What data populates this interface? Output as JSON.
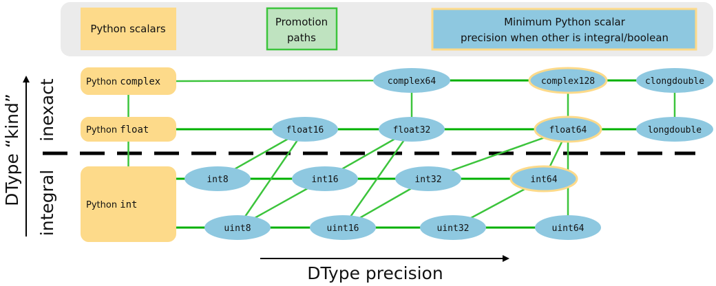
{
  "legend": {
    "items": [
      {
        "id": "scalars",
        "lines": [
          "Python scalars"
        ],
        "style": "python"
      },
      {
        "id": "paths",
        "lines": [
          "Promotion",
          "paths"
        ],
        "style": "path"
      },
      {
        "id": "minprec",
        "lines": [
          "Minimum Python scalar",
          "precision when other is integral/boolean"
        ],
        "style": "minprec"
      }
    ]
  },
  "axes": {
    "kind_label": "DType “kind”",
    "inexact_label": "inexact",
    "integral_label": "integral",
    "precision_label": "DType precision"
  },
  "colors": {
    "python_scalar": "#fdda8a",
    "dtype_node": "#8ec8e0",
    "highlight_border": "#fdda8a",
    "path_green": "#00b000",
    "path_fill": "#bfe3c0",
    "legend_bg": "#ebebeb"
  },
  "python_nodes": [
    {
      "id": "py_complex",
      "prefix": "Python ",
      "name": "complex"
    },
    {
      "id": "py_float",
      "prefix": "Python ",
      "name": "float"
    },
    {
      "id": "py_int",
      "prefix": "Python ",
      "name": "int"
    }
  ],
  "dtype_nodes": [
    {
      "id": "complex64",
      "label": "complex64",
      "highlight": false
    },
    {
      "id": "complex128",
      "label": "complex128",
      "highlight": true
    },
    {
      "id": "clongdouble",
      "label": "clongdouble",
      "highlight": false
    },
    {
      "id": "float16",
      "label": "float16",
      "highlight": false
    },
    {
      "id": "float32",
      "label": "float32",
      "highlight": false
    },
    {
      "id": "float64",
      "label": "float64",
      "highlight": true
    },
    {
      "id": "longdouble",
      "label": "longdouble",
      "highlight": false
    },
    {
      "id": "int8",
      "label": "int8",
      "highlight": false
    },
    {
      "id": "int16",
      "label": "int16",
      "highlight": false
    },
    {
      "id": "int32",
      "label": "int32",
      "highlight": false
    },
    {
      "id": "int64",
      "label": "int64",
      "highlight": true
    },
    {
      "id": "uint8",
      "label": "uint8",
      "highlight": false
    },
    {
      "id": "uint16",
      "label": "uint16",
      "highlight": false
    },
    {
      "id": "uint32",
      "label": "uint32",
      "highlight": false
    },
    {
      "id": "uint64",
      "label": "uint64",
      "highlight": false
    }
  ],
  "edges": [
    [
      "py_complex",
      "complex64"
    ],
    [
      "complex64",
      "complex128"
    ],
    [
      "complex128",
      "clongdouble"
    ],
    [
      "py_float",
      "float16"
    ],
    [
      "float16",
      "float32"
    ],
    [
      "float32",
      "float64"
    ],
    [
      "float64",
      "longdouble"
    ],
    [
      "py_complex",
      "py_float"
    ],
    [
      "py_float",
      "py_int"
    ],
    [
      "complex64",
      "float32"
    ],
    [
      "complex128",
      "float64"
    ],
    [
      "clongdouble",
      "longdouble"
    ],
    [
      "py_int",
      "int8"
    ],
    [
      "int8",
      "int16"
    ],
    [
      "int16",
      "int32"
    ],
    [
      "int32",
      "int64"
    ],
    [
      "py_int",
      "uint8"
    ],
    [
      "uint8",
      "uint16"
    ],
    [
      "uint16",
      "uint32"
    ],
    [
      "uint32",
      "uint64"
    ],
    [
      "int8",
      "float16"
    ],
    [
      "uint8",
      "float16"
    ],
    [
      "uint8",
      "int16"
    ],
    [
      "int16",
      "float32"
    ],
    [
      "uint16",
      "float32"
    ],
    [
      "uint16",
      "int32"
    ],
    [
      "int32",
      "float64"
    ],
    [
      "int64",
      "float64"
    ],
    [
      "uint32",
      "int64"
    ],
    [
      "uint64",
      "float64"
    ]
  ]
}
